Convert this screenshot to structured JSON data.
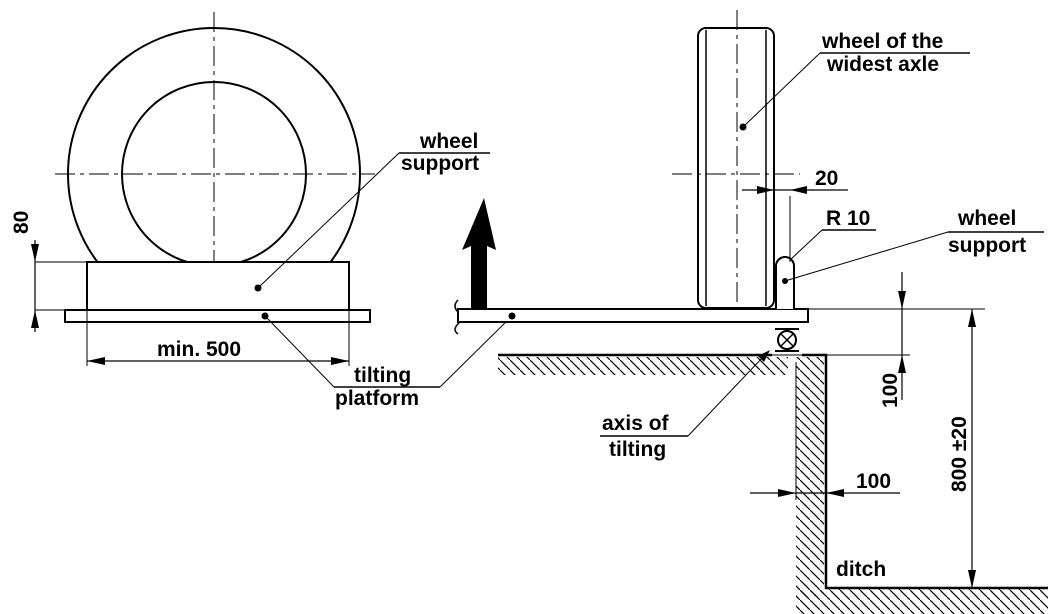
{
  "labels": {
    "wheel_widest_line1": "wheel of the",
    "wheel_widest_line2": "widest axle",
    "wheel_support_left_line1": "wheel",
    "wheel_support_left_line2": "support",
    "wheel_support_right_line1": "wheel",
    "wheel_support_right_line2": "support",
    "tilting_platform_line1": "tilting",
    "tilting_platform_line2": "platform",
    "axis_of_tilting_line1": "axis of",
    "axis_of_tilting_line2": "tilting",
    "ditch": "ditch"
  },
  "dimensions": {
    "support_height": "80",
    "support_width": "min. 500",
    "gap": "20",
    "radius": "R 10",
    "step_height": "100",
    "ditch_offset": "100",
    "platform_height": "800 ±20"
  },
  "colors": {
    "ink": "#000000",
    "background": "#ffffff"
  }
}
